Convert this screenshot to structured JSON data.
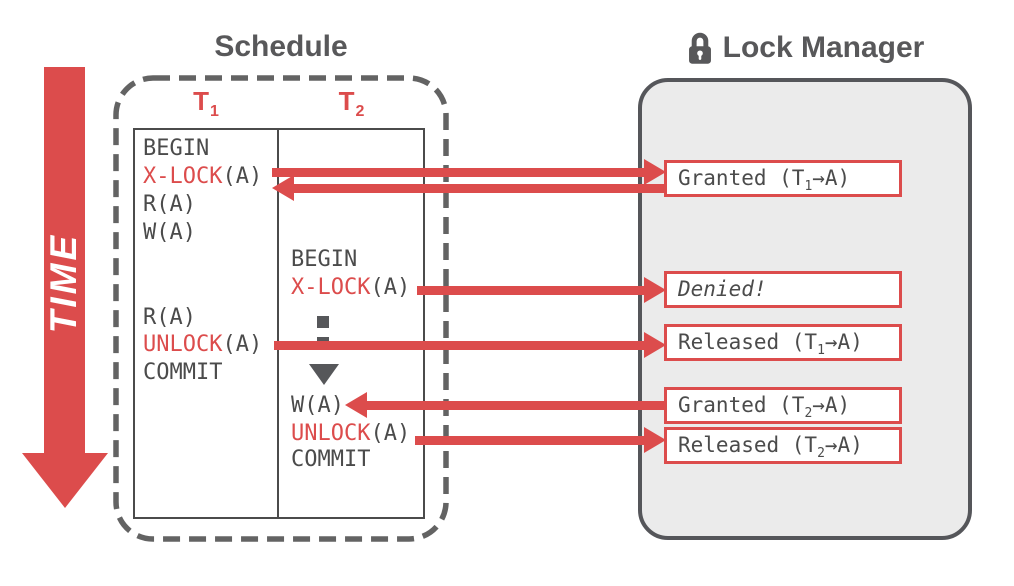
{
  "colors": {
    "red": "#dc4c4c",
    "text_gray": "#4b4b4b",
    "title_gray": "#58585a",
    "panel_fill": "#ebebeb",
    "panel_border": "#55565a",
    "dash_border": "#636363",
    "white": "#ffffff"
  },
  "time_arrow": {
    "label": "TIME"
  },
  "schedule": {
    "title": "Schedule",
    "col_headers": [
      {
        "base": "T",
        "sub": "1"
      },
      {
        "base": "T",
        "sub": "2"
      }
    ],
    "t1_ops": [
      {
        "kw": "",
        "rest": "BEGIN"
      },
      {
        "kw": "X-LOCK",
        "rest": "(A)"
      },
      {
        "kw": "",
        "rest": "R(A)"
      },
      {
        "kw": "",
        "rest": "W(A)"
      },
      {
        "kw": "",
        "rest": "R(A)"
      },
      {
        "kw": "UNLOCK",
        "rest": "(A)"
      },
      {
        "kw": "",
        "rest": "COMMIT"
      }
    ],
    "t2_ops": [
      {
        "kw": "",
        "rest": "BEGIN"
      },
      {
        "kw": "X-LOCK",
        "rest": "(A)"
      },
      {
        "kw": "",
        "rest": "W(A)"
      },
      {
        "kw": "UNLOCK",
        "rest": "(A)"
      },
      {
        "kw": "",
        "rest": "COMMIT"
      }
    ]
  },
  "lock_manager": {
    "title": "Lock Manager",
    "icon": "padlock-icon",
    "messages": [
      {
        "pre": "Granted (T",
        "sub": "1",
        "post": "→A)",
        "style": "normal"
      },
      {
        "pre": "Denied!",
        "sub": "",
        "post": "",
        "style": "italic"
      },
      {
        "pre": "Released (T",
        "sub": "1",
        "post": "→A)",
        "style": "normal"
      },
      {
        "pre": "Granted (T",
        "sub": "2",
        "post": "→A)",
        "style": "normal"
      },
      {
        "pre": "Released (T",
        "sub": "2",
        "post": "→A)",
        "style": "normal"
      }
    ]
  },
  "arrows": [
    {
      "name": "t1-xlock-request",
      "from": "T1 X-LOCK(A)",
      "to": "Granted (T1→A)",
      "direction": "right"
    },
    {
      "name": "t1-xlock-response",
      "from": "Granted (T1→A)",
      "to": "T1 X-LOCK(A)",
      "direction": "left"
    },
    {
      "name": "t2-xlock-request",
      "from": "T2 X-LOCK(A)",
      "to": "Denied!",
      "direction": "right"
    },
    {
      "name": "t1-unlock-request",
      "from": "T1 UNLOCK(A)",
      "to": "Released (T1→A)",
      "direction": "right"
    },
    {
      "name": "t2-grant-response",
      "from": "Granted (T2→A)",
      "to": "T2 W(A)",
      "direction": "left"
    },
    {
      "name": "t2-unlock-request",
      "from": "T2 UNLOCK(A)",
      "to": "Released (T2→A)",
      "direction": "right"
    }
  ]
}
